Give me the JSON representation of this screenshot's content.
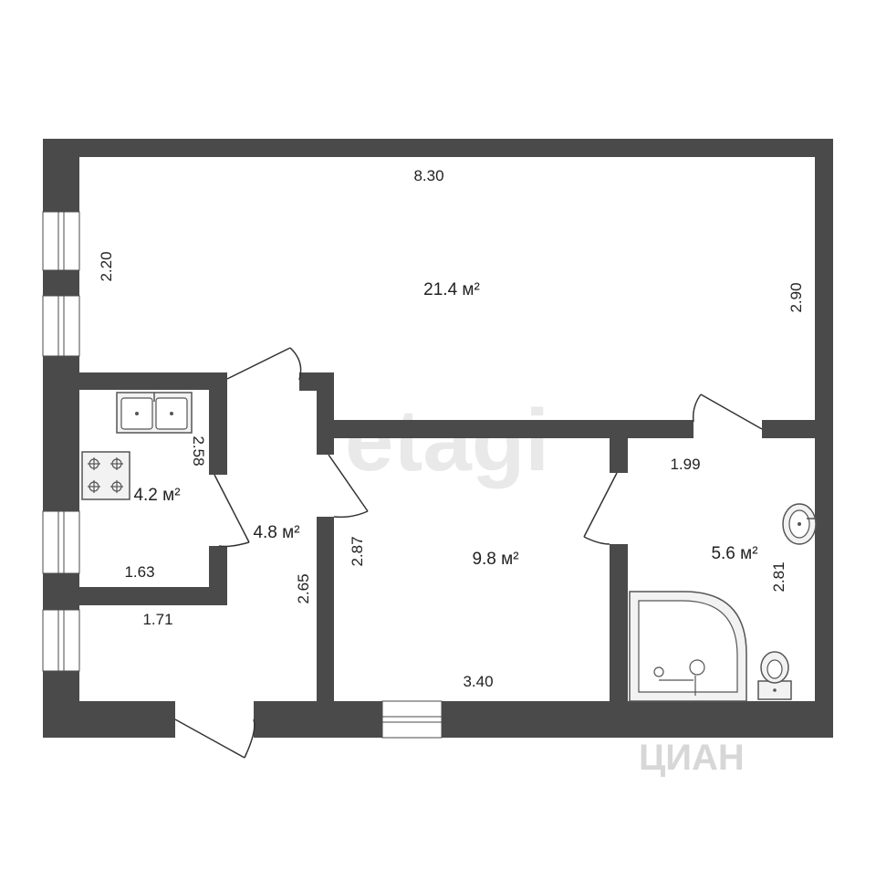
{
  "colors": {
    "wall": "#4a4a4a",
    "background": "#ffffff",
    "fixture_fill": "#f2f2f2",
    "watermark": "#e9e9e9"
  },
  "watermarks": {
    "main": "etagi",
    "corner": "ЦИАН"
  },
  "rooms": {
    "living": {
      "area": "21.4 м²",
      "width": "8.30",
      "left_height": "2.20",
      "right_height": "2.90"
    },
    "kitchen": {
      "area": "4.2 м²",
      "height": "2.58",
      "width": "1.63"
    },
    "hall": {
      "area": "4.8 м²",
      "width": "1.71",
      "height": "2.65"
    },
    "bedroom": {
      "area": "9.8 м²",
      "height": "2.87",
      "width": "3.40"
    },
    "bathroom": {
      "area": "5.6 м²",
      "width": "1.99",
      "height": "2.81"
    }
  },
  "fixtures": [
    "sink-icon",
    "stove-icon",
    "washbasin-icon",
    "shower-tray-icon",
    "toilet-icon"
  ]
}
